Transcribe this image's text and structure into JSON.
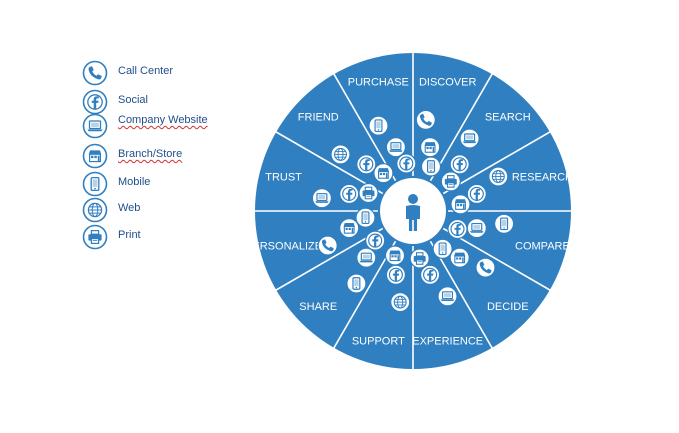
{
  "legend": {
    "items": [
      {
        "icon": "phone-icon",
        "label": "Call Center"
      },
      {
        "icon": "facebook-icon",
        "label": "Social"
      },
      {
        "icon": "laptop-icon",
        "label": "Company Website"
      },
      {
        "icon": "store-icon",
        "label": "Branch/Store"
      },
      {
        "icon": "mobile-icon",
        "label": "Mobile"
      },
      {
        "icon": "globe-icon",
        "label": "Web"
      },
      {
        "icon": "printer-icon",
        "label": "Print"
      }
    ]
  },
  "wheel": {
    "center_icon": "person-icon",
    "colors": {
      "fill": "#2f7fc1",
      "line": "#ffffff",
      "icon": "#2f7fc1",
      "legend_text": "#1f4e8c"
    },
    "segments": [
      {
        "label": "DISCOVER"
      },
      {
        "label": "SEARCH"
      },
      {
        "label": "RESEARCH"
      },
      {
        "label": "COMPARE"
      },
      {
        "label": "DECIDE"
      },
      {
        "label": "EXPERIENCE"
      },
      {
        "label": "SUPPORT"
      },
      {
        "label": "SHARE"
      },
      {
        "label": "PERSONALIZE"
      },
      {
        "label": "TRUST"
      },
      {
        "label": "FRIEND"
      },
      {
        "label": "PURCHASE"
      }
    ]
  }
}
